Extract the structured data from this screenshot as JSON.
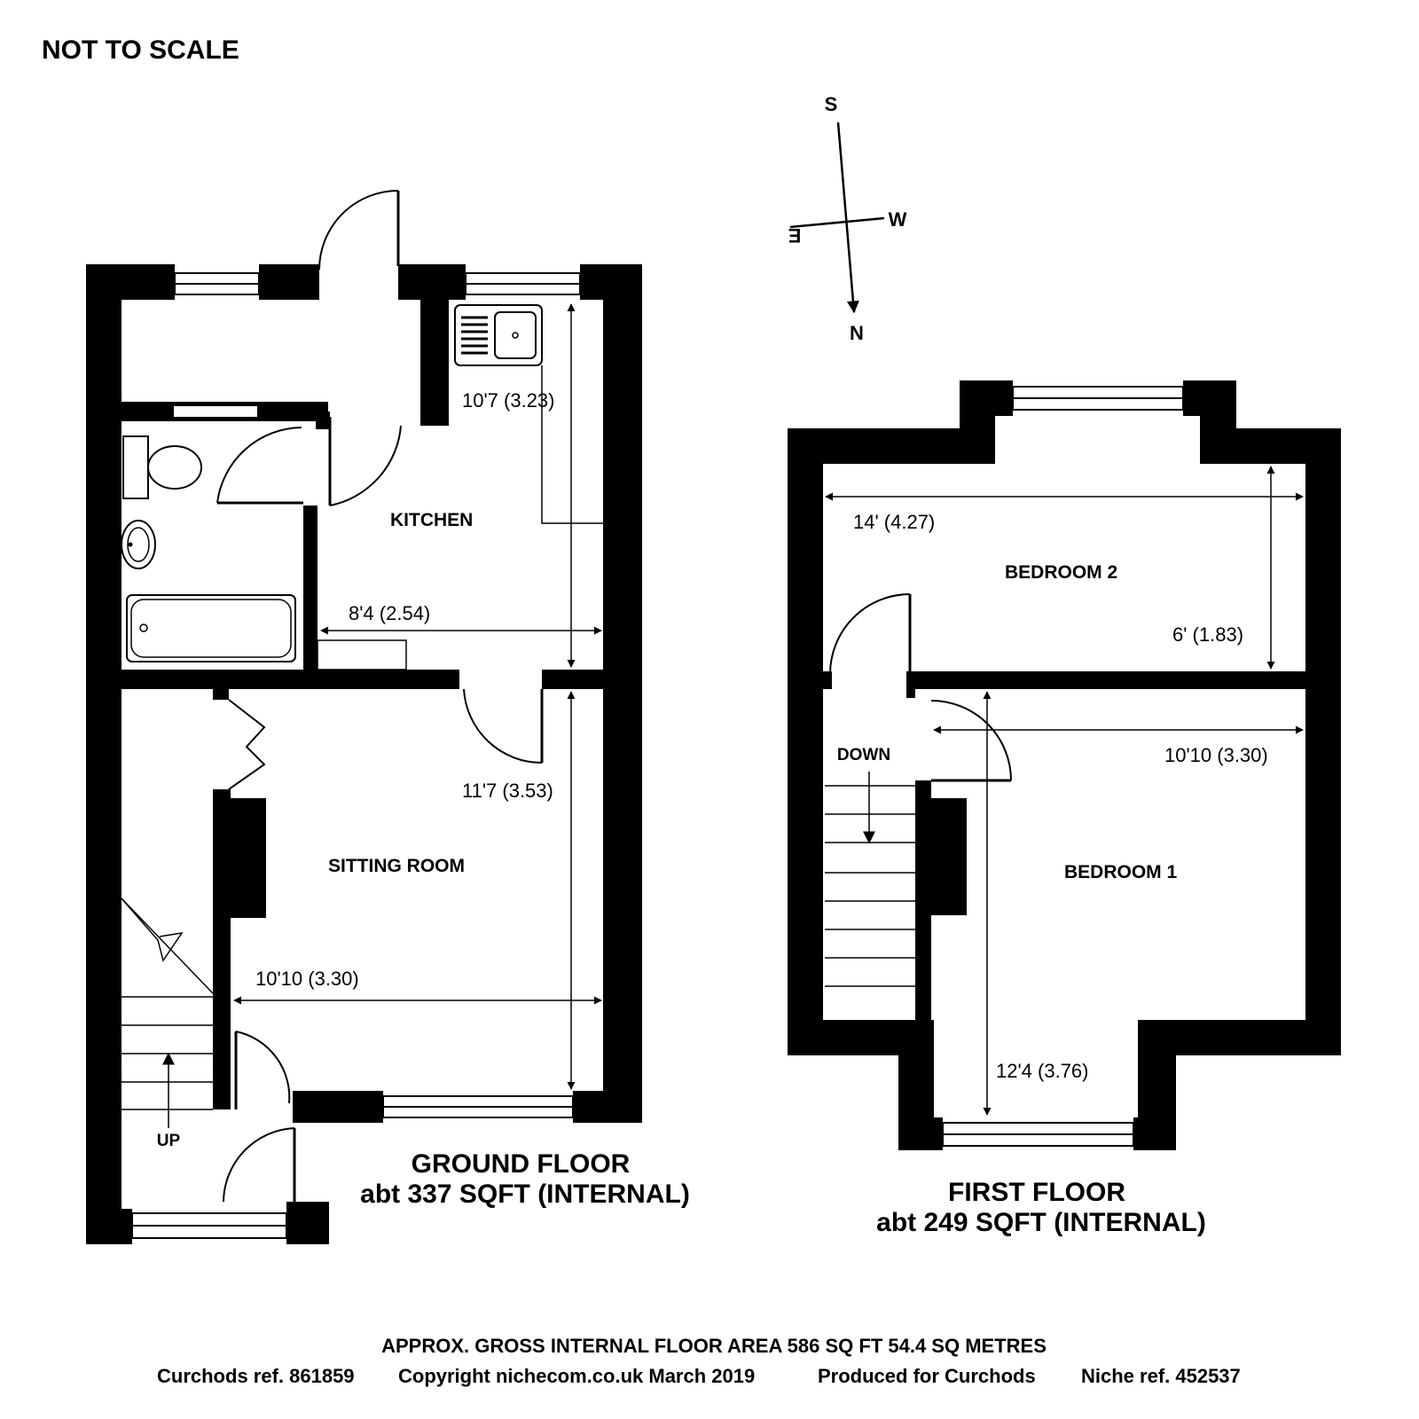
{
  "header": {
    "scale_note": "NOT TO SCALE"
  },
  "compass": {
    "s": "S",
    "w": "W",
    "e": "E",
    "n": "N"
  },
  "ground_floor": {
    "title": "GROUND FLOOR",
    "area": "abt 337 SQFT (INTERNAL)",
    "rooms": {
      "kitchen": "KITCHEN",
      "sitting_room": "SITTING ROOM"
    },
    "dimensions": {
      "kitchen_length": "10'7 (3.23)",
      "kitchen_width": "8'4 (2.54)",
      "sitting_length": "11'7 (3.53)",
      "sitting_width": "10'10 (3.30)"
    },
    "stairs_label": "UP"
  },
  "first_floor": {
    "title": "FIRST FLOOR",
    "area": "abt 249 SQFT (INTERNAL)",
    "rooms": {
      "bedroom2": "BEDROOM 2",
      "bedroom1": "BEDROOM 1"
    },
    "dimensions": {
      "bedroom2_width": "14' (4.27)",
      "bedroom2_depth": "6' (1.83)",
      "bedroom1_width": "10'10 (3.30)",
      "bedroom1_length": "12'4 (3.76)"
    },
    "stairs_label": "DOWN"
  },
  "footer": {
    "gross_area": "APPROX. GROSS INTERNAL FLOOR AREA 586 SQ FT 54.4 SQ METRES",
    "agent_ref": "Curchods ref. 861859",
    "copyright": "Copyright nichecom.co.uk March 2019",
    "produced_for": "Produced for Curchods",
    "niche_ref": "Niche ref. 452537"
  }
}
